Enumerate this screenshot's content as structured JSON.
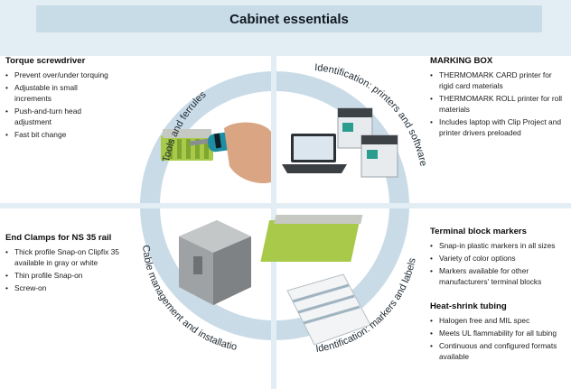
{
  "title": "Cabinet essentials",
  "torque": {
    "heading": "Torque screwdriver",
    "items": [
      "Prevent over/under torquing",
      "Adjustable in small increments",
      "Push-and-turn head adjustment",
      "Fast bit change"
    ]
  },
  "marking_box": {
    "heading": "MARKING BOX",
    "items": [
      "THERMOMARK CARD printer for rigid card materials",
      "THERMOMARK ROLL printer for roll materials",
      "Includes laptop with Clip Project and printer drivers preloaded"
    ]
  },
  "end_clamps": {
    "heading": "End Clamps for NS 35 rail",
    "items": [
      "Thick profile Snap-on Clipfix 35 available in gray or white",
      "Thin profile Snap-on",
      "Screw-on"
    ]
  },
  "terminal_markers": {
    "heading": "Terminal block markers",
    "items": [
      "Snap-in plastic markers in all sizes",
      "Variety of color options",
      "Markers available for other manufacturers' terminal blocks"
    ]
  },
  "heat_shrink": {
    "heading": "Heat-shrink tubing",
    "items": [
      "Halogen free and MIL spec",
      "Meets UL flammability for all tubing",
      "Continuous and configured formats available"
    ]
  },
  "ring_labels": {
    "tools": "Tools and ferrules",
    "printers": "Identification: printers and software",
    "cable": "Cable management and installation",
    "markers": "Identification: markers and labels"
  },
  "colors": {
    "ring": "#c9dbe7",
    "title_band": "#c8dce8",
    "background": "#e3edf4",
    "terminal_green": "#9bc33c",
    "screwdriver_teal": "#1d8ea3"
  }
}
